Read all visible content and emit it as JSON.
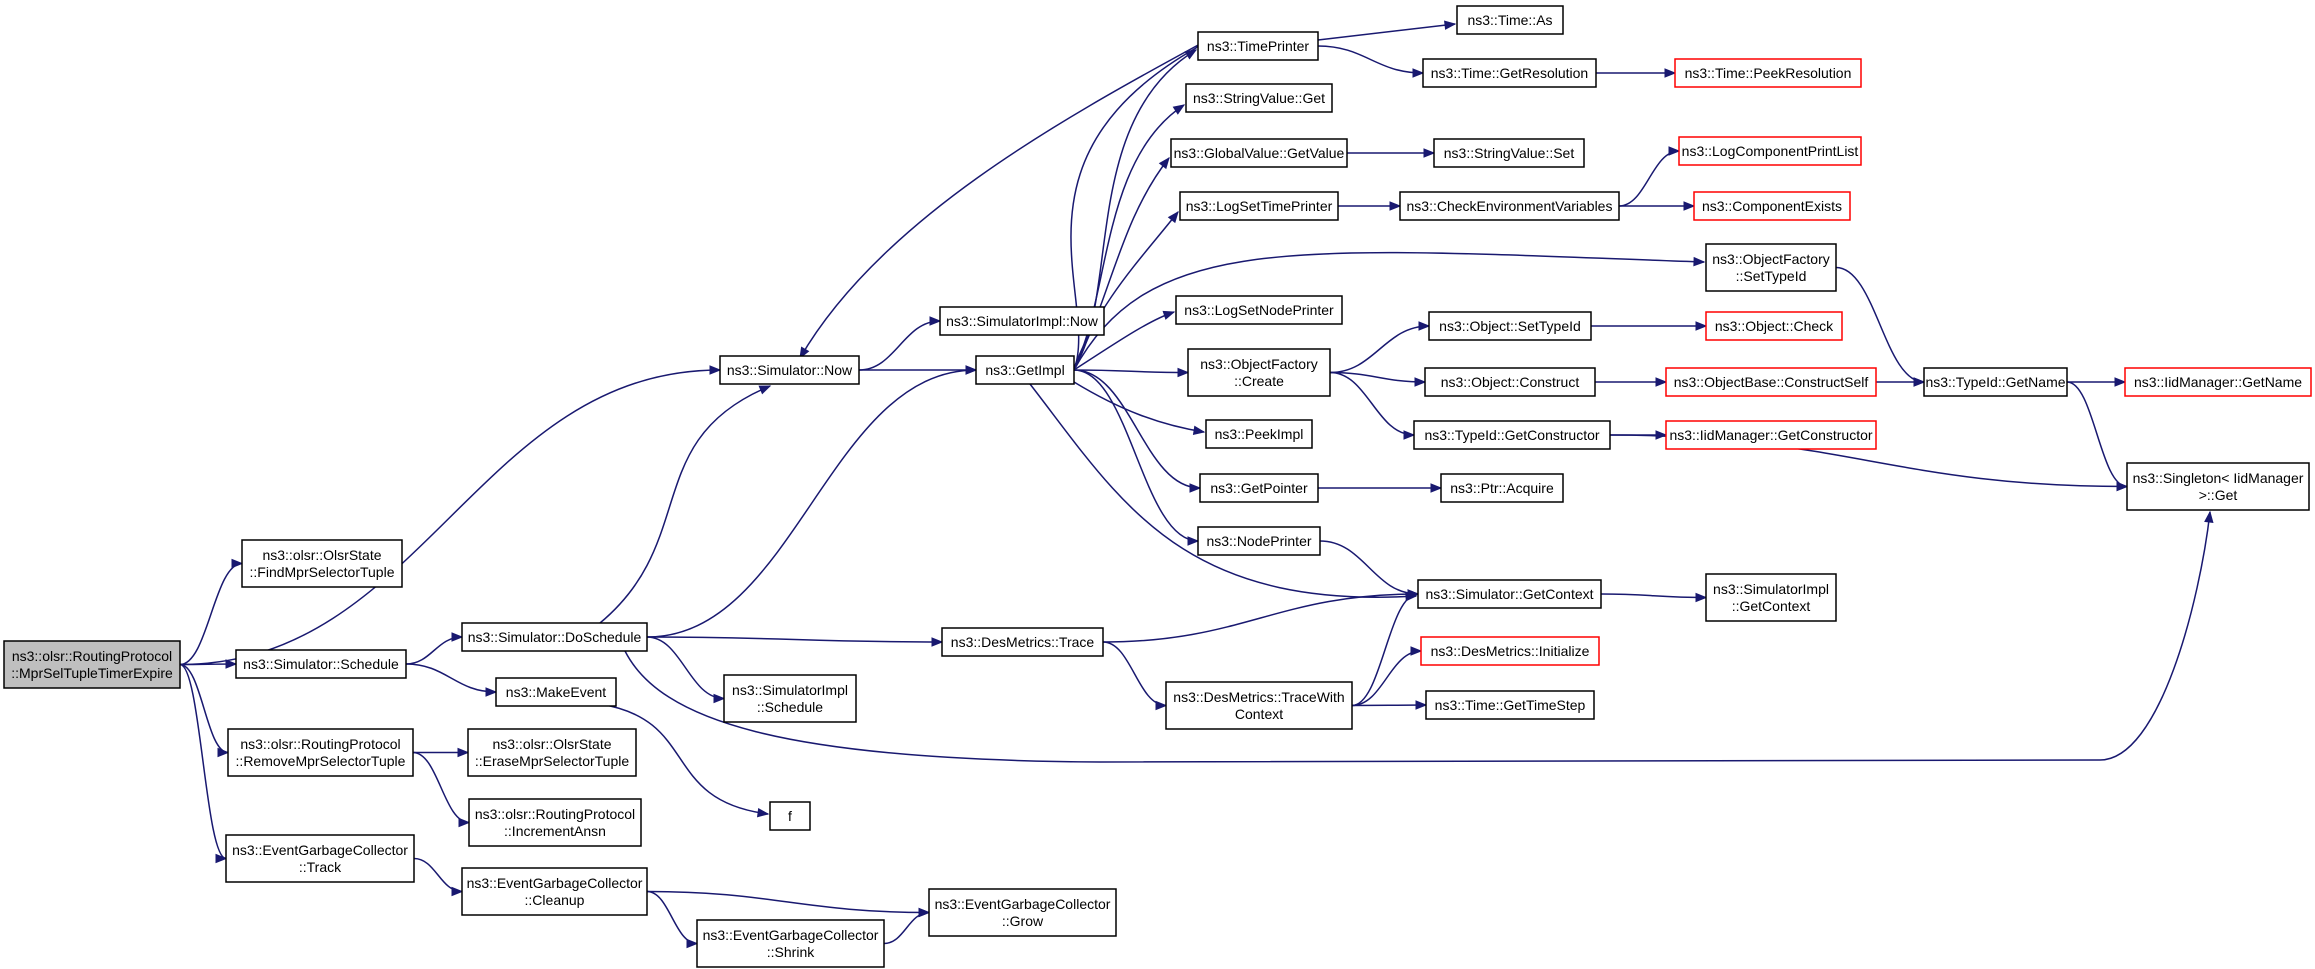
{
  "graph": {
    "type": "call-graph",
    "colors": {
      "edge": "#191970",
      "node_border": "#000000",
      "truncated_node_border": "#ff0000",
      "root_fill": "#bfbfbf",
      "node_fill": "#ffffff"
    },
    "nodes": [
      {
        "id": "root",
        "lines": [
          "ns3::olsr::RoutingProtocol",
          "::MprSelTupleTimerExpire"
        ],
        "style": "root"
      },
      {
        "id": "find",
        "lines": [
          "ns3::olsr::OlsrState",
          "::FindMprSelectorTuple"
        ],
        "style": "normal"
      },
      {
        "id": "sim_now",
        "lines": [
          "ns3::Simulator::Now"
        ],
        "style": "normal"
      },
      {
        "id": "sim_sched",
        "lines": [
          "ns3::Simulator::Schedule"
        ],
        "style": "normal"
      },
      {
        "id": "remove",
        "lines": [
          "ns3::olsr::RoutingProtocol",
          "::RemoveMprSelectorTuple"
        ],
        "style": "normal"
      },
      {
        "id": "egc_track",
        "lines": [
          "ns3::EventGarbageCollector",
          "::Track"
        ],
        "style": "normal"
      },
      {
        "id": "simimpl_now",
        "lines": [
          "ns3::SimulatorImpl::Now"
        ],
        "style": "normal"
      },
      {
        "id": "getimpl",
        "lines": [
          "ns3::GetImpl"
        ],
        "style": "normal"
      },
      {
        "id": "dosched",
        "lines": [
          "ns3::Simulator::DoSchedule"
        ],
        "style": "normal"
      },
      {
        "id": "makeevent",
        "lines": [
          "ns3::MakeEvent"
        ],
        "style": "normal"
      },
      {
        "id": "erase",
        "lines": [
          "ns3::olsr::OlsrState",
          "::EraseMprSelectorTuple"
        ],
        "style": "normal"
      },
      {
        "id": "incansn",
        "lines": [
          "ns3::olsr::RoutingProtocol",
          "::IncrementAnsn"
        ],
        "style": "normal"
      },
      {
        "id": "egc_cleanup",
        "lines": [
          "ns3::EventGarbageCollector",
          "::Cleanup"
        ],
        "style": "normal"
      },
      {
        "id": "simimpl_sched",
        "lines": [
          "ns3::SimulatorImpl",
          "::Schedule"
        ],
        "style": "normal"
      },
      {
        "id": "f",
        "lines": [
          "f"
        ],
        "style": "normal"
      },
      {
        "id": "egc_shrink",
        "lines": [
          "ns3::EventGarbageCollector",
          "::Shrink"
        ],
        "style": "normal"
      },
      {
        "id": "egc_grow",
        "lines": [
          "ns3::EventGarbageCollector",
          "::Grow"
        ],
        "style": "normal"
      },
      {
        "id": "timeprinter",
        "lines": [
          "ns3::TimePrinter"
        ],
        "style": "normal"
      },
      {
        "id": "stringvalue_get",
        "lines": [
          "ns3::StringValue::Get"
        ],
        "style": "normal"
      },
      {
        "id": "globalvalue_get",
        "lines": [
          "ns3::GlobalValue::GetValue"
        ],
        "style": "normal"
      },
      {
        "id": "logsettime",
        "lines": [
          "ns3::LogSetTimePrinter"
        ],
        "style": "normal"
      },
      {
        "id": "logsetnode",
        "lines": [
          "ns3::LogSetNodePrinter"
        ],
        "style": "normal"
      },
      {
        "id": "of_create",
        "lines": [
          "ns3::ObjectFactory",
          "::Create"
        ],
        "style": "normal"
      },
      {
        "id": "peekimpl",
        "lines": [
          "ns3::PeekImpl"
        ],
        "style": "normal"
      },
      {
        "id": "getpointer",
        "lines": [
          "ns3::GetPointer"
        ],
        "style": "normal"
      },
      {
        "id": "nodeprinter",
        "lines": [
          "ns3::NodePrinter"
        ],
        "style": "normal"
      },
      {
        "id": "desm_trace",
        "lines": [
          "ns3::DesMetrics::Trace"
        ],
        "style": "normal"
      },
      {
        "id": "desm_twc",
        "lines": [
          "ns3::DesMetrics::TraceWith",
          "Context"
        ],
        "style": "normal"
      },
      {
        "id": "time_as",
        "lines": [
          "ns3::Time::As"
        ],
        "style": "normal"
      },
      {
        "id": "time_getres",
        "lines": [
          "ns3::Time::GetResolution"
        ],
        "style": "normal"
      },
      {
        "id": "time_peekres",
        "lines": [
          "ns3::Time::PeekResolution"
        ],
        "style": "truncated"
      },
      {
        "id": "stringvalue_set",
        "lines": [
          "ns3::StringValue::Set"
        ],
        "style": "normal"
      },
      {
        "id": "checkenv",
        "lines": [
          "ns3::CheckEnvironmentVariables"
        ],
        "style": "normal"
      },
      {
        "id": "logcompprint",
        "lines": [
          "ns3::LogComponentPrintList"
        ],
        "style": "truncated"
      },
      {
        "id": "compexists",
        "lines": [
          "ns3::ComponentExists"
        ],
        "style": "truncated"
      },
      {
        "id": "of_settypeid",
        "lines": [
          "ns3::ObjectFactory",
          "::SetTypeId"
        ],
        "style": "normal"
      },
      {
        "id": "obj_settypeid",
        "lines": [
          "ns3::Object::SetTypeId"
        ],
        "style": "normal"
      },
      {
        "id": "obj_check",
        "lines": [
          "ns3::Object::Check"
        ],
        "style": "truncated"
      },
      {
        "id": "obj_construct",
        "lines": [
          "ns3::Object::Construct"
        ],
        "style": "normal"
      },
      {
        "id": "objbase_cs",
        "lines": [
          "ns3::ObjectBase::ConstructSelf"
        ],
        "style": "truncated"
      },
      {
        "id": "typeid_getname",
        "lines": [
          "ns3::TypeId::GetName"
        ],
        "style": "normal"
      },
      {
        "id": "iidmgr_getname",
        "lines": [
          "ns3::IidManager::GetName"
        ],
        "style": "truncated"
      },
      {
        "id": "typeid_getctor",
        "lines": [
          "ns3::TypeId::GetConstructor"
        ],
        "style": "normal"
      },
      {
        "id": "iidmgr_getctor",
        "lines": [
          "ns3::IidManager::GetConstructor"
        ],
        "style": "truncated"
      },
      {
        "id": "singleton_get",
        "lines": [
          "ns3::Singleton< IidManager",
          " >::Get"
        ],
        "style": "normal"
      },
      {
        "id": "ptr_acquire",
        "lines": [
          "ns3::Ptr::Acquire"
        ],
        "style": "normal"
      },
      {
        "id": "sim_getctx",
        "lines": [
          "ns3::Simulator::GetContext"
        ],
        "style": "normal"
      },
      {
        "id": "simimpl_getctx",
        "lines": [
          "ns3::SimulatorImpl",
          "::GetContext"
        ],
        "style": "normal"
      },
      {
        "id": "desm_init",
        "lines": [
          "ns3::DesMetrics::Initialize"
        ],
        "style": "truncated"
      },
      {
        "id": "time_gettimestep",
        "lines": [
          "ns3::Time::GetTimeStep"
        ],
        "style": "normal"
      }
    ],
    "edges": [
      [
        "root",
        "find"
      ],
      [
        "root",
        "sim_now"
      ],
      [
        "root",
        "sim_sched"
      ],
      [
        "root",
        "remove"
      ],
      [
        "root",
        "egc_track"
      ],
      [
        "sim_now",
        "simimpl_now"
      ],
      [
        "sim_now",
        "getimpl"
      ],
      [
        "sim_sched",
        "dosched"
      ],
      [
        "sim_sched",
        "makeevent"
      ],
      [
        "dosched",
        "sim_now"
      ],
      [
        "dosched",
        "getimpl"
      ],
      [
        "dosched",
        "desm_trace"
      ],
      [
        "dosched",
        "simimpl_sched"
      ],
      [
        "dosched",
        "singleton_get"
      ],
      [
        "makeevent",
        "f"
      ],
      [
        "remove",
        "erase"
      ],
      [
        "remove",
        "incansn"
      ],
      [
        "egc_track",
        "egc_cleanup"
      ],
      [
        "egc_cleanup",
        "egc_grow"
      ],
      [
        "egc_cleanup",
        "egc_shrink"
      ],
      [
        "egc_shrink",
        "egc_grow"
      ],
      [
        "getimpl",
        "timeprinter"
      ],
      [
        "getimpl",
        "stringvalue_get"
      ],
      [
        "getimpl",
        "globalvalue_get"
      ],
      [
        "getimpl",
        "logsettime"
      ],
      [
        "getimpl",
        "sim_now"
      ],
      [
        "getimpl",
        "of_settypeid"
      ],
      [
        "getimpl",
        "logsetnode"
      ],
      [
        "getimpl",
        "of_create"
      ],
      [
        "getimpl",
        "peekimpl"
      ],
      [
        "getimpl",
        "getpointer"
      ],
      [
        "getimpl",
        "nodeprinter"
      ],
      [
        "getimpl",
        "sim_getctx"
      ],
      [
        "timeprinter",
        "time_as"
      ],
      [
        "timeprinter",
        "time_getres"
      ],
      [
        "time_getres",
        "time_peekres"
      ],
      [
        "globalvalue_get",
        "stringvalue_set"
      ],
      [
        "logsettime",
        "checkenv"
      ],
      [
        "checkenv",
        "logcompprint"
      ],
      [
        "checkenv",
        "compexists"
      ],
      [
        "of_settypeid",
        "typeid_getname"
      ],
      [
        "of_create",
        "obj_settypeid"
      ],
      [
        "of_create",
        "obj_construct"
      ],
      [
        "of_create",
        "typeid_getctor"
      ],
      [
        "obj_settypeid",
        "obj_check"
      ],
      [
        "obj_construct",
        "objbase_cs"
      ],
      [
        "objbase_cs",
        "typeid_getname"
      ],
      [
        "typeid_getname",
        "iidmgr_getname"
      ],
      [
        "typeid_getname",
        "singleton_get"
      ],
      [
        "typeid_getctor",
        "iidmgr_getctor"
      ],
      [
        "typeid_getctor",
        "singleton_get"
      ],
      [
        "getpointer",
        "ptr_acquire"
      ],
      [
        "nodeprinter",
        "sim_getctx"
      ],
      [
        "sim_getctx",
        "simimpl_getctx"
      ],
      [
        "desm_trace",
        "sim_getctx"
      ],
      [
        "desm_trace",
        "desm_twc"
      ],
      [
        "desm_twc",
        "sim_getctx"
      ],
      [
        "desm_twc",
        "desm_init"
      ],
      [
        "desm_twc",
        "time_gettimestep"
      ]
    ]
  }
}
